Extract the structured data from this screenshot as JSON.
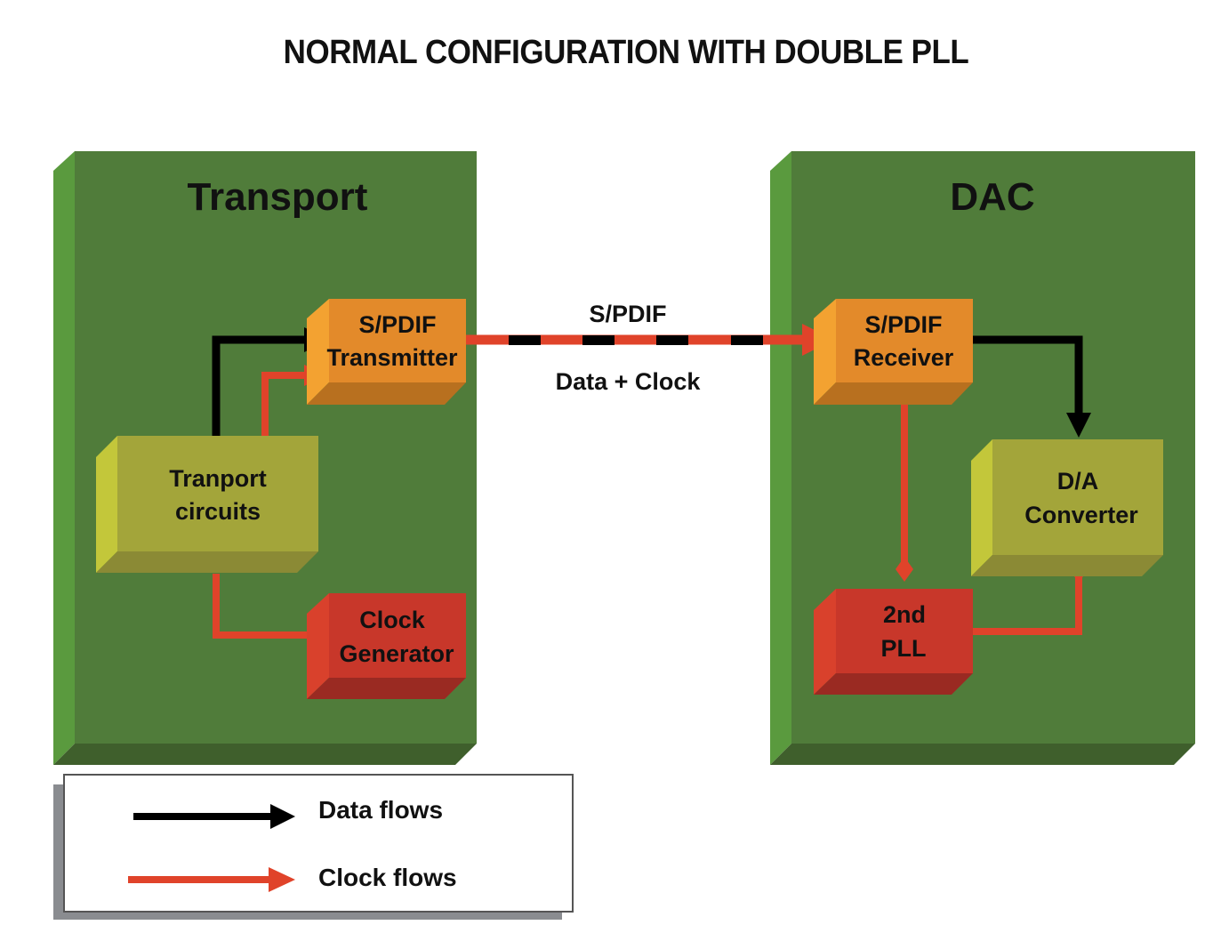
{
  "title": "NORMAL CONFIGURATION WITH DOUBLE PLL",
  "colors": {
    "panel_face": "#507c3a",
    "panel_left": "#5a9a3e",
    "panel_bottom": "#3f5f2c",
    "orange_face": "#e38a2a",
    "orange_side": "#f3a231",
    "orange_bottom": "#b8701f",
    "yellow_face": "#a3a53a",
    "yellow_side": "#c3c73a",
    "yellow_bottom": "#8b8a35",
    "red_face": "#c8372a",
    "red_side": "#d9412c",
    "red_bottom": "#9a2a22",
    "data_flow": "#000000",
    "clock_flow": "#e0432a"
  },
  "panels": {
    "transport": {
      "title": "Transport"
    },
    "dac": {
      "title": "DAC"
    }
  },
  "blocks": {
    "spdif_transmitter": {
      "line1": "S/PDIF",
      "line2": "Transmitter"
    },
    "transport_circuits": {
      "line1": "Tranport",
      "line2": "circuits"
    },
    "clock_generator": {
      "line1": "Clock",
      "line2": "Generator"
    },
    "spdif_receiver": {
      "line1": "S/PDIF",
      "line2": "Receiver"
    },
    "da_converter": {
      "line1": "D/A",
      "line2": "Converter"
    },
    "second_pll": {
      "line1": "2nd",
      "line2": "PLL"
    }
  },
  "link": {
    "label_top": "S/PDIF",
    "label_bottom": "Data + Clock"
  },
  "legend": {
    "items": [
      {
        "label": "Data flows",
        "type": "data"
      },
      {
        "label": "Clock flows",
        "type": "clock"
      }
    ]
  }
}
